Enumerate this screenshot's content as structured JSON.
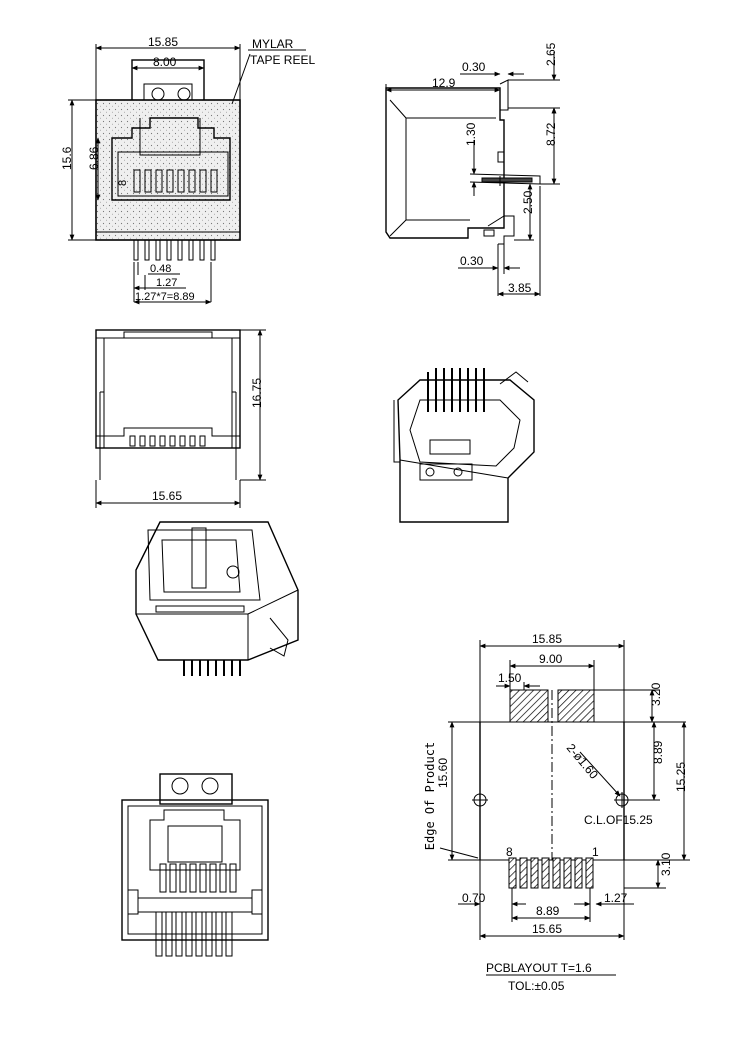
{
  "front_view": {
    "width_label": "15.85",
    "tab_width_label": "8.00",
    "mylar_label": "MYLAR",
    "tape_reel_label": "TAPE REEL",
    "height_label": "15.6",
    "port_height_label": "6.86",
    "pin_width_label": "0.48",
    "pin_pitch_label": "1.27",
    "pin_span_label": "1.27*7=8.89"
  },
  "side_view": {
    "depth_label": "12.9",
    "tab_offset_top_label": "0.30",
    "tab_height_label": "2.65",
    "pin_offset_label": "1.30",
    "body_height_label": "8.72",
    "lead_height_label": "2.50",
    "tab_offset_bottom_label": "0.30",
    "lead_length_label": "3.85"
  },
  "rear_view": {
    "height_label": "16.75",
    "width_label": "15.65"
  },
  "pcb_layout": {
    "overall_width_label": "15.85",
    "pad_span_label": "9.00",
    "pad_width_label": "1.50",
    "pad_height_label": "3.20",
    "edge_label": "Edge Of Product",
    "height_label": "15.60",
    "hole_label": "2-ø1.60",
    "hole_offset_label": "8.89",
    "total_height_label": "15.25",
    "centerline_label": "C.L.OF15.25",
    "pin_8_label": "8",
    "pin_1_label": "1",
    "pin_row_offset_label": "3.10",
    "edge_offset_label": "0.70",
    "pin_edge_label": "1.27",
    "pin_span_label": "8.89",
    "body_width_label": "15.65",
    "title": "PCBLAYOUT T=1.6",
    "tolerance": "TOL:±0.05"
  }
}
